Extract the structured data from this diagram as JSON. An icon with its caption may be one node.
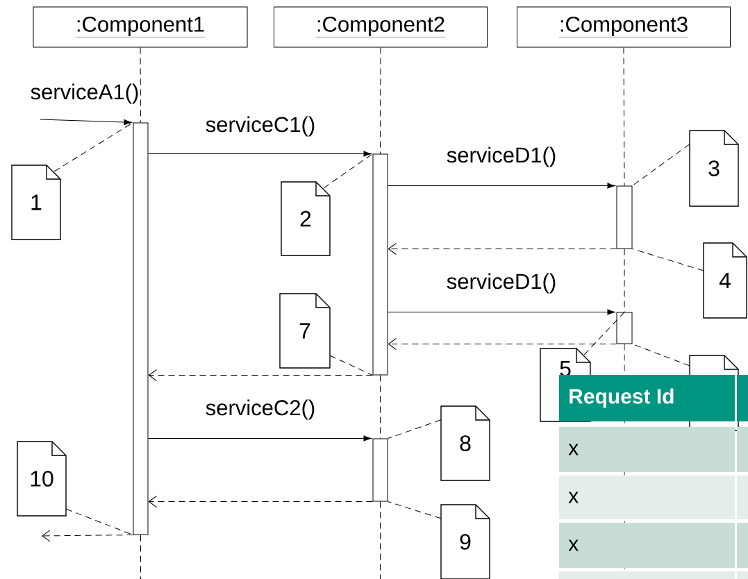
{
  "diagram": {
    "nodes": [
      {
        "text": [
          ":Component1"
        ]
      },
      {
        "text": [
          ":Component2"
        ]
      },
      {
        "text": [
          ":Component3"
        ]
      },
      {
        "text": [],
        "shape": "bar"
      },
      {
        "text": [],
        "shape": "bar"
      },
      {
        "text": [],
        "shape": "bar"
      },
      {
        "text": [],
        "shape": "bar"
      },
      {
        "text": [],
        "shape": "bar"
      },
      {
        "text": [
          "1"
        ]
      },
      {
        "text": [
          "2"
        ]
      },
      {
        "text": [
          "3"
        ]
      },
      {
        "text": [
          "4"
        ]
      },
      {
        "text": [
          "5"
        ]
      },
      {
        "text": [],
        "shape": "box"
      },
      {
        "text": [
          "7"
        ]
      },
      {
        "text": [
          "8"
        ]
      },
      {
        "text": [
          "9"
        ]
      },
      {
        "text": [
          "10"
        ]
      }
    ],
    "edges": [
      {
        "from": 0,
        "to": 3,
        "arrow": "none",
        "style": "dashed"
      },
      {
        "from": 1,
        "to": 4,
        "arrow": "none",
        "style": "dashed"
      },
      {
        "from": 4,
        "to": 7,
        "arrow": "none",
        "style": "dashed"
      },
      {
        "from": 2,
        "to": 5,
        "arrow": "none",
        "style": "dashed"
      },
      {
        "from": 5,
        "to": 6,
        "arrow": "none",
        "style": "dashed"
      },
      {
        "from": null,
        "to": 3,
        "arrow": "to",
        "label": "serviceA1()"
      },
      {
        "from": 3,
        "to": 4,
        "arrow": "to",
        "label": "serviceC1()"
      },
      {
        "from": 4,
        "to": 5,
        "arrow": "to",
        "label": "serviceD1()"
      },
      {
        "from": 5,
        "to": 4,
        "arrow": "to",
        "style": "dashed"
      },
      {
        "from": 4,
        "to": 6,
        "arrow": "to",
        "label": "serviceD1()"
      },
      {
        "from": 6,
        "to": 4,
        "arrow": "to",
        "style": "dashed"
      },
      {
        "from": 4,
        "to": 3,
        "arrow": "to",
        "style": "dashed"
      },
      {
        "from": 3,
        "to": 7,
        "arrow": "to",
        "label": "serviceC2()"
      },
      {
        "from": 7,
        "to": 3,
        "arrow": "to",
        "style": "dashed"
      },
      {
        "from": 3,
        "to": null,
        "arrow": "to",
        "style": "dashed"
      },
      {
        "from": 8,
        "to": 3,
        "arrow": "none",
        "style": "dashed"
      },
      {
        "from": 9,
        "to": 4,
        "arrow": "none",
        "style": "dashed"
      },
      {
        "from": 10,
        "to": 5,
        "arrow": "none",
        "style": "dashed"
      },
      {
        "from": 11,
        "to": 5,
        "arrow": "none",
        "style": "dashed"
      },
      {
        "from": 12,
        "to": 6,
        "arrow": "none",
        "style": "dashed"
      },
      {
        "from": 13,
        "to": 6,
        "arrow": "none",
        "style": "dashed"
      },
      {
        "from": 14,
        "to": 4,
        "arrow": "none",
        "style": "dashed"
      },
      {
        "from": 15,
        "to": 7,
        "arrow": "none",
        "style": "dashed"
      },
      {
        "from": 16,
        "to": 7,
        "arrow": "none",
        "style": "dashed"
      },
      {
        "from": 17,
        "to": 3,
        "arrow": "none",
        "style": "dashed"
      }
    ],
    "labels": [
      "Request Id",
      "x",
      "x",
      "x"
    ]
  }
}
